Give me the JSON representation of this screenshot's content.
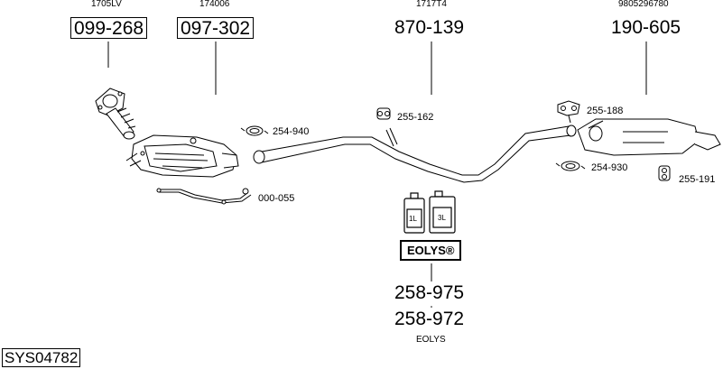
{
  "diagram": {
    "top_parts": [
      {
        "ref": "1705LV",
        "number": "099-268",
        "boxed": true
      },
      {
        "ref": "174006",
        "number": "097-302",
        "boxed": true
      },
      {
        "ref": "1717T4",
        "number": "870-139",
        "boxed": false
      },
      {
        "ref": "9805296780",
        "number": "190-605",
        "boxed": false
      }
    ],
    "small_parts": [
      "254-940",
      "255-162",
      "000-055",
      "255-188",
      "254-930",
      "255-191"
    ],
    "eolys": {
      "bottles": [
        "1L",
        "3L"
      ],
      "label": "EOLYS®",
      "numbers": [
        "258-975",
        "258-972"
      ],
      "caption": "EOLYS"
    },
    "sys_code": "SYS04782"
  }
}
